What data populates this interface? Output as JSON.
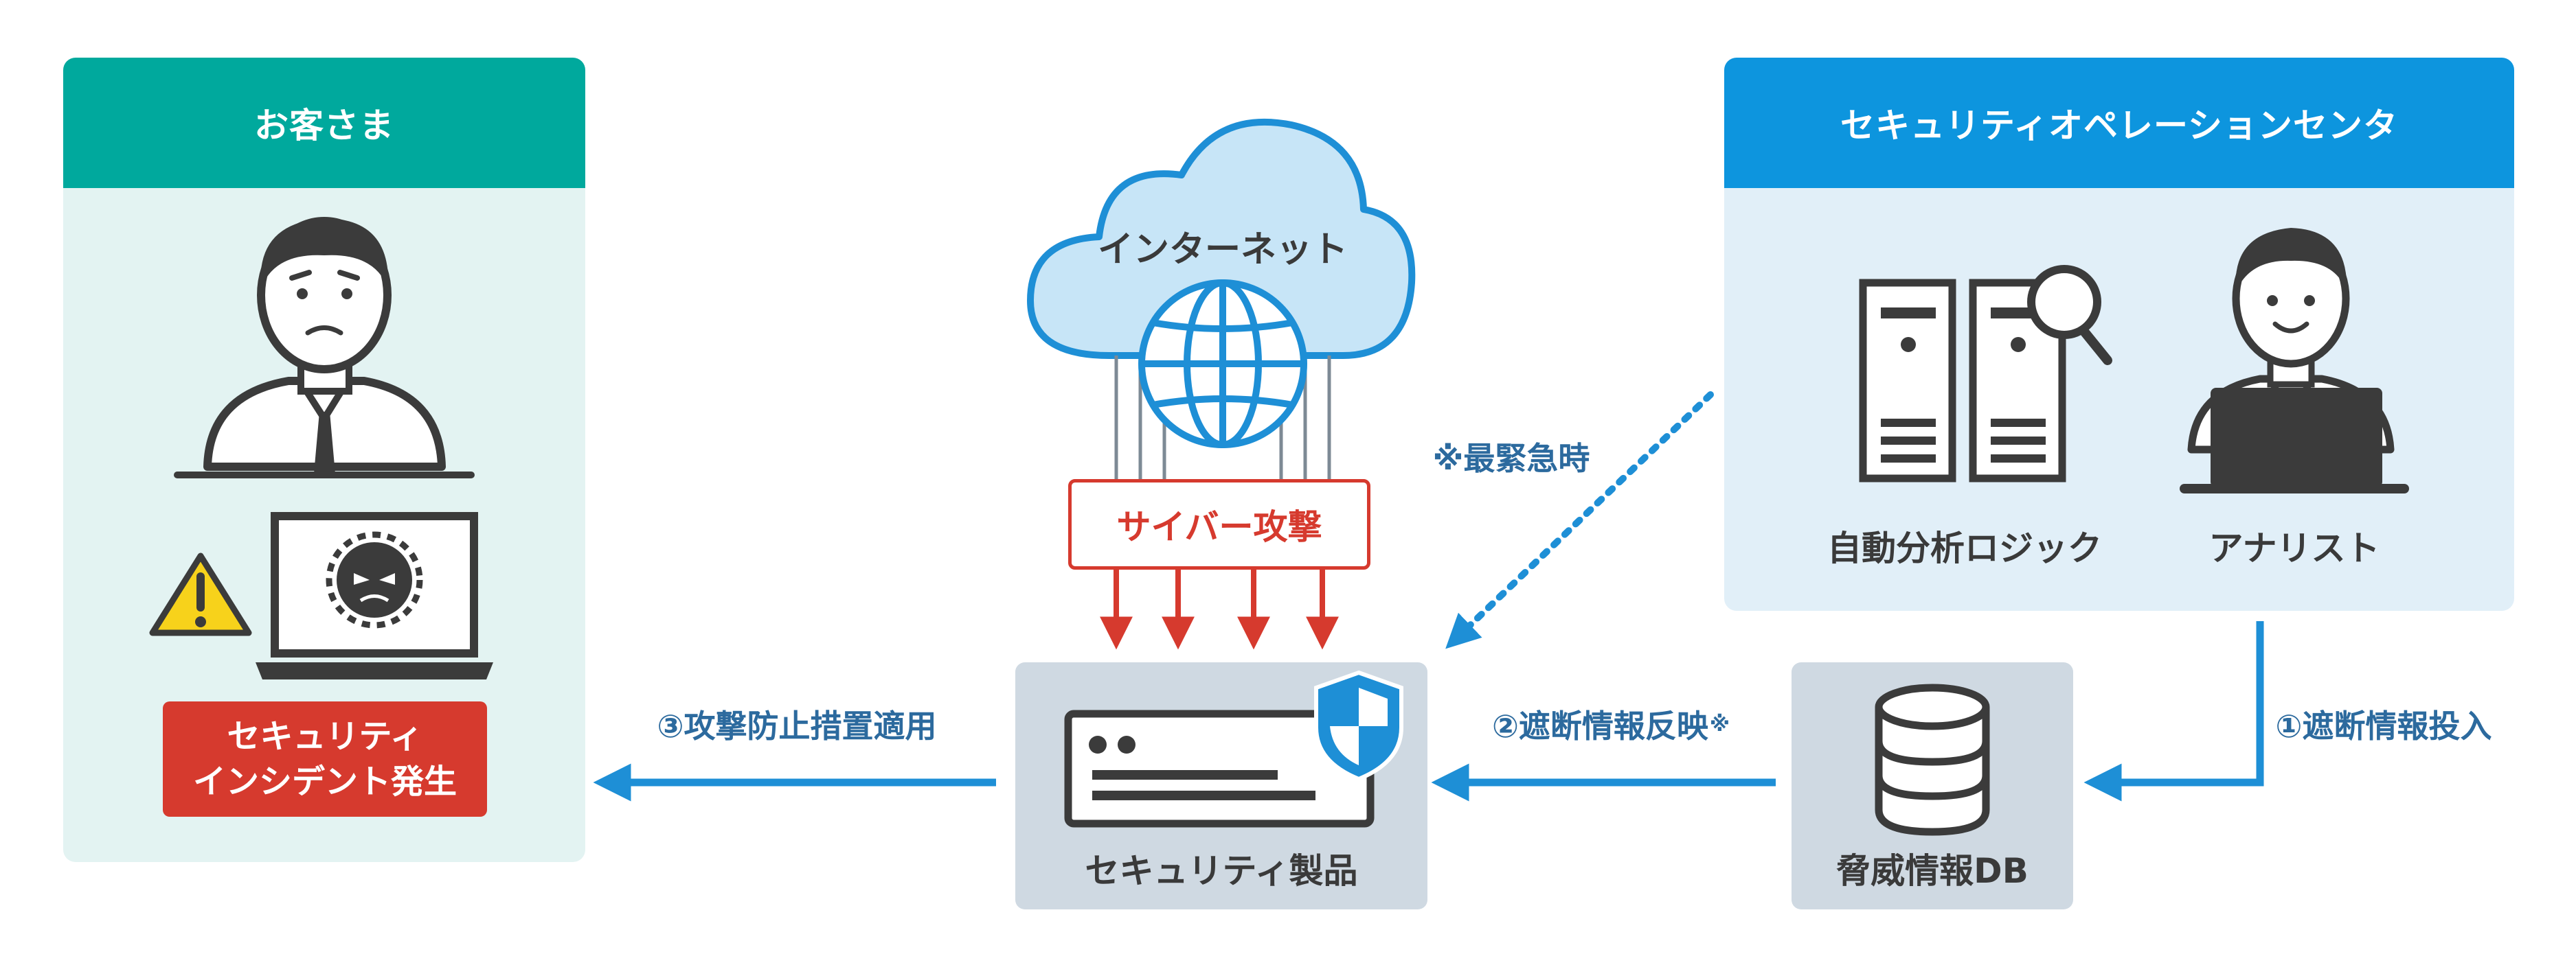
{
  "customer": {
    "title": "お客さま",
    "incident_line1": "セキュリティ",
    "incident_line2": "インシデント発生"
  },
  "soc": {
    "title": "セキュリティオペレーションセンタ",
    "auto_logic_label": "自動分析ロジック",
    "analyst_label": "アナリスト"
  },
  "internet": {
    "label": "インターネット",
    "attack_label": "サイバー攻撃"
  },
  "security_product": {
    "label": "セキュリティ製品"
  },
  "threat_db": {
    "label": "脅威情報DB"
  },
  "flows": {
    "step1": "①遮断情報投入",
    "step2": "②遮断情報反映",
    "step2_mark": "※",
    "step3": "③攻撃防止措置適用",
    "emergency": "※最緊急時"
  },
  "colors": {
    "customer_teal": "#00a99d",
    "customer_bg": "#e3f3f2",
    "soc_blue": "#0d95de",
    "soc_bg": "#e1eff8",
    "node_gray": "#cfd9e2",
    "arrow_blue": "#1e8fd6",
    "attack_red": "#d63a2e",
    "icon_dark": "#3b3b3b",
    "cloud_fill": "#c7e5f7",
    "warning_yellow": "#f7d21b"
  }
}
